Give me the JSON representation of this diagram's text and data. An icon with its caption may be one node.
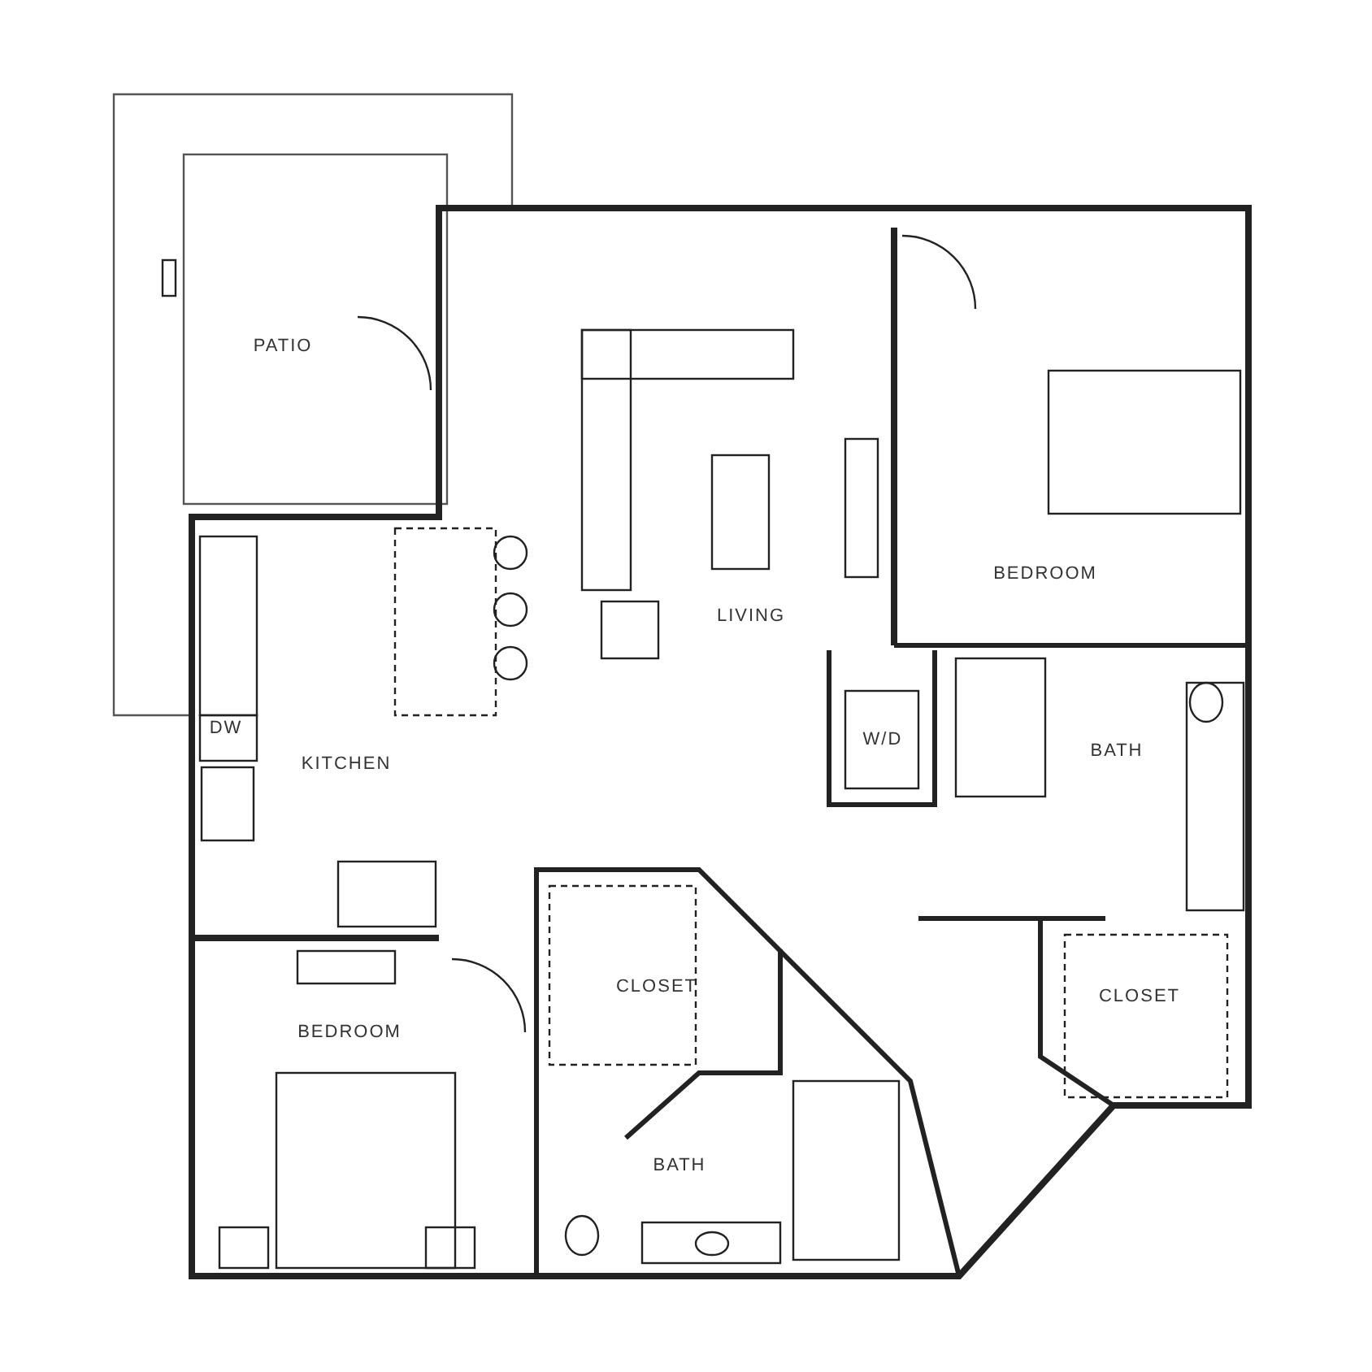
{
  "diagram": {
    "labels": [
      "PATIO",
      "LIVING",
      "BEDROOM",
      "DW",
      "KITCHEN",
      "W/D",
      "BATH",
      "CLOSET",
      "CLOSET",
      "BEDROOM",
      "BATH"
    ]
  }
}
